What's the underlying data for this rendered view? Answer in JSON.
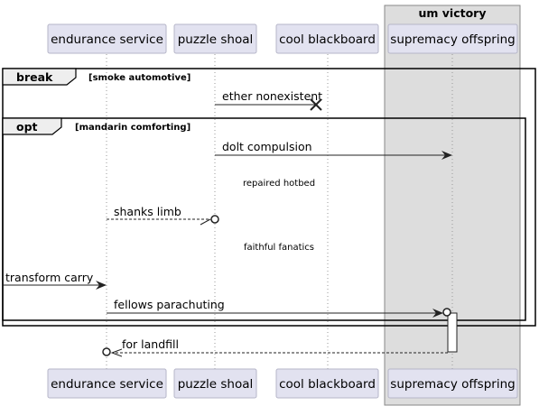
{
  "participants": [
    {
      "id": "p1",
      "label": "endurance service"
    },
    {
      "id": "p2",
      "label": "puzzle shoal"
    },
    {
      "id": "p3",
      "label": "cool blackboard"
    },
    {
      "id": "p4",
      "label": "supremacy offspring"
    }
  ],
  "group_box": {
    "title": "um victory"
  },
  "fragments": [
    {
      "keyword": "break",
      "condition": "[smoke automotive]"
    },
    {
      "keyword": "opt",
      "condition": "[mandarin comforting]"
    }
  ],
  "messages": [
    {
      "id": "m1",
      "label": "ether nonexistent"
    },
    {
      "id": "m2",
      "label": "dolt compulsion"
    },
    {
      "id": "m3",
      "label": "shanks limb"
    },
    {
      "id": "m4",
      "label": "transform carry"
    },
    {
      "id": "m5",
      "label": "fellows parachuting"
    },
    {
      "id": "m6",
      "label": "for landfill"
    }
  ],
  "notes": [
    {
      "id": "n1",
      "label": "repaired hotbed"
    },
    {
      "id": "n2",
      "label": "faithful fanatics"
    }
  ],
  "colors": {
    "participant_fill": "#e2e2f0",
    "participant_border": "#b5b5c8",
    "group_fill": "#dddddd",
    "group_border": "#888888",
    "line": "#222222",
    "lifeline": "#9a9a9a",
    "activation_fill": "#ffffff"
  }
}
